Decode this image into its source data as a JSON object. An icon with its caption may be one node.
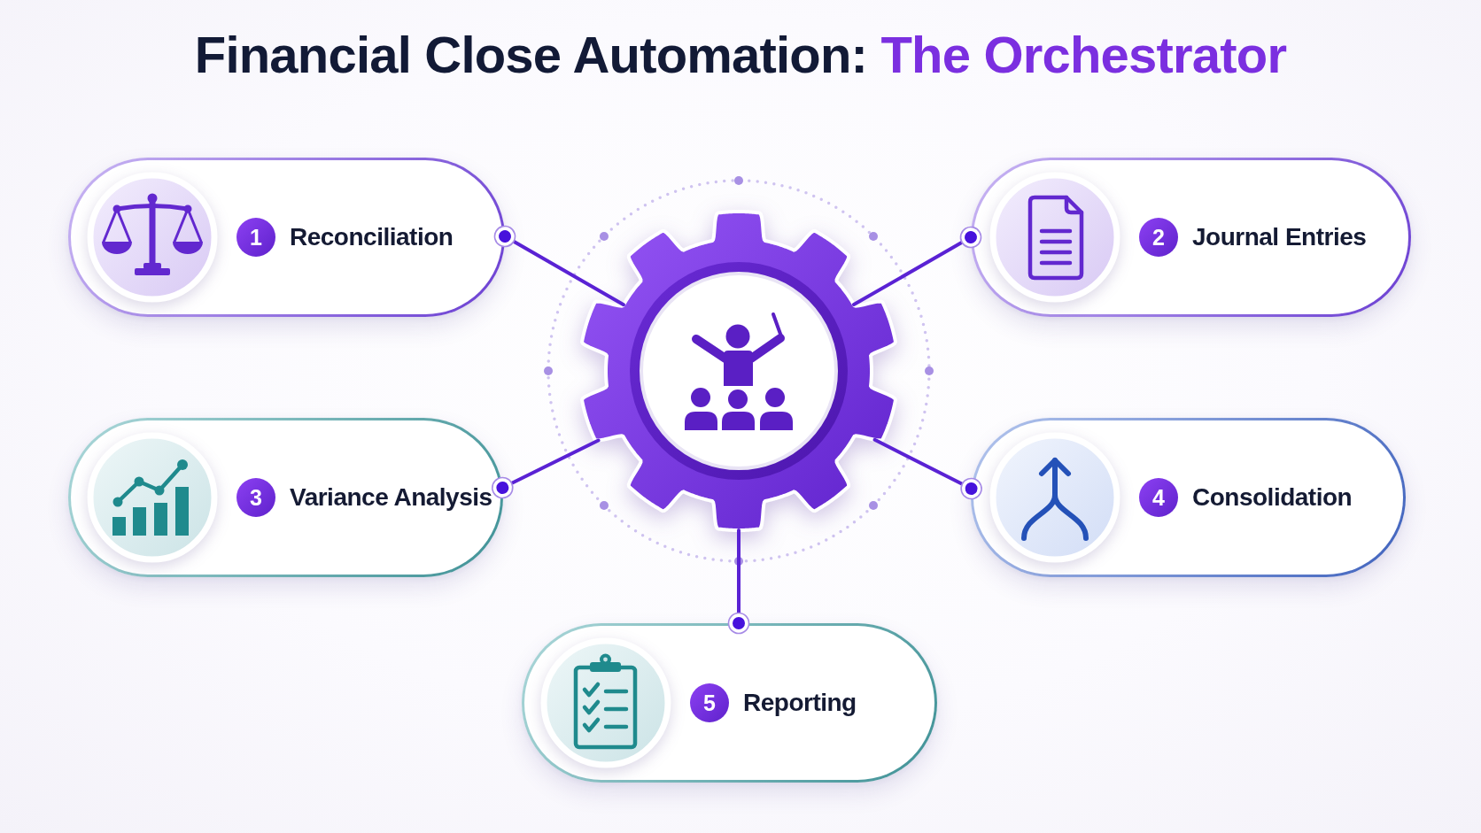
{
  "diagram": {
    "title": "Financial Close Automation: *The Orchestrator*",
    "nodes": [
      {
        "text": [
          "1",
          "Reconciliation"
        ]
      },
      {
        "text": [],
        "shape": "gear"
      },
      {
        "text": [
          "2",
          "Journal Entries"
        ]
      },
      {
        "text": [
          "3",
          "Variance Analysis"
        ]
      },
      {
        "text": [
          "4",
          "Consolidation"
        ]
      },
      {
        "text": [
          "5",
          "Reporting"
        ]
      }
    ],
    "edges": [
      {
        "from": 1,
        "to": 0,
        "arrow": "other"
      },
      {
        "from": 1,
        "to": 2,
        "arrow": "other"
      },
      {
        "from": 1,
        "to": 3,
        "arrow": "other"
      },
      {
        "from": 1,
        "to": 4,
        "arrow": "other"
      },
      {
        "from": 1,
        "to": 5,
        "arrow": "other"
      }
    ]
  }
}
